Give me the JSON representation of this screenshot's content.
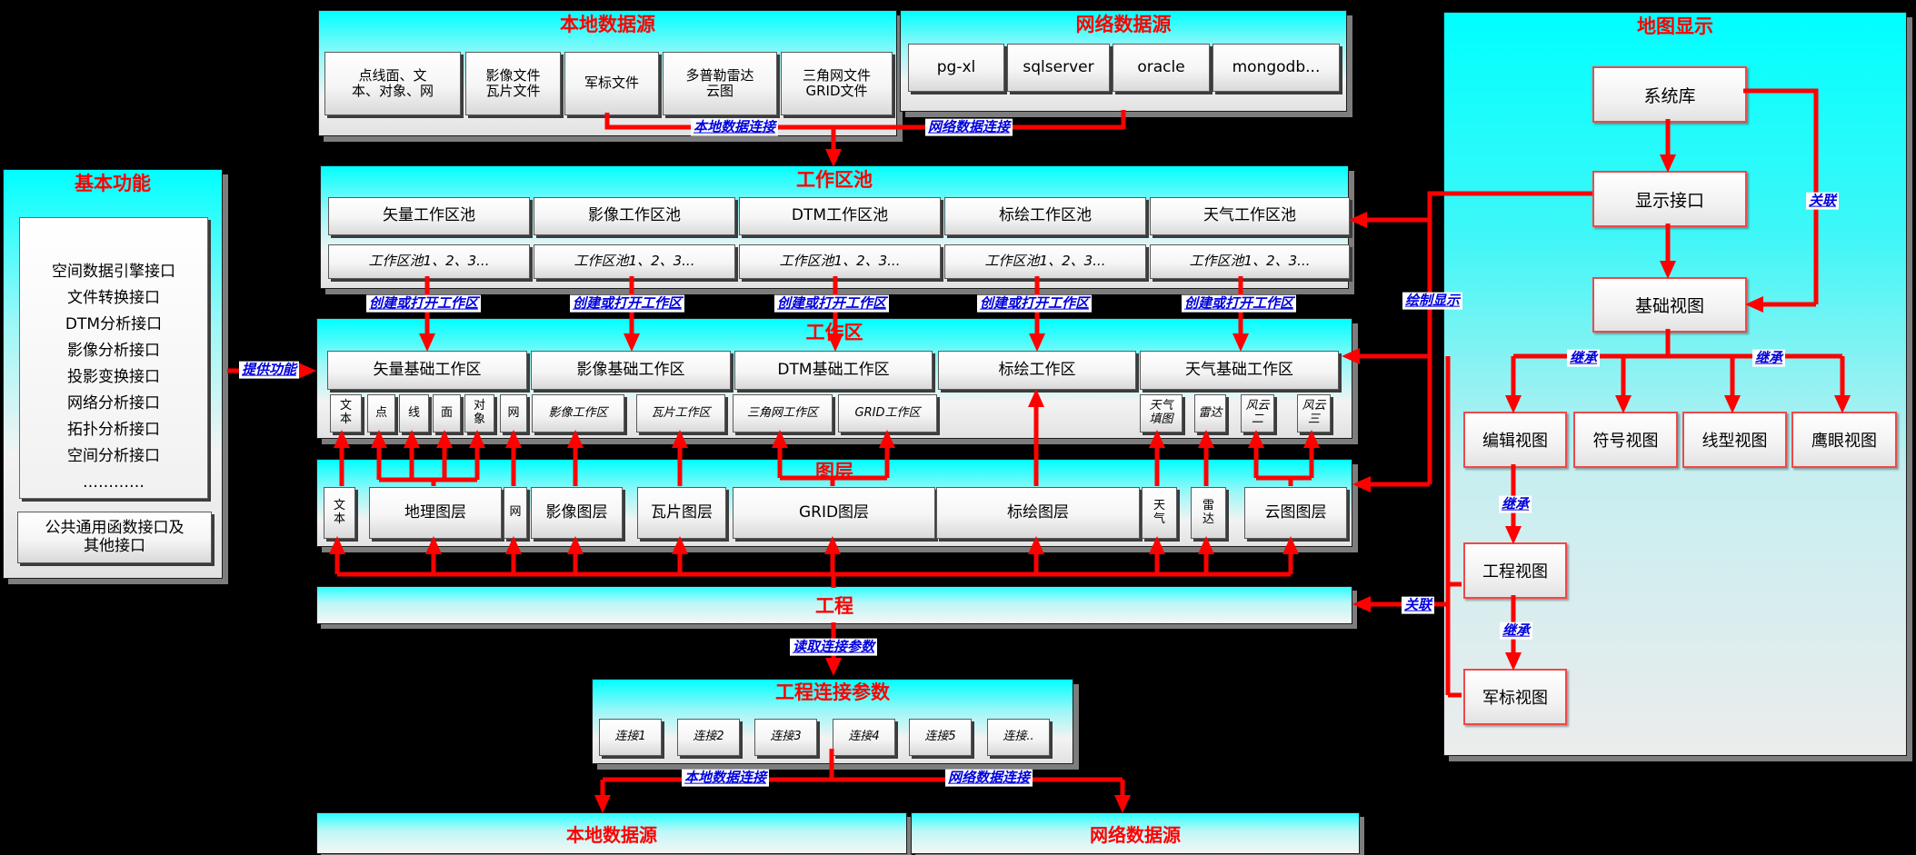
{
  "colors": {
    "accent_red": "#ff0000",
    "label_blue": "#0000dd",
    "panel_cyan": "#00ffff"
  },
  "top_local": {
    "title": "本地数据源",
    "items": [
      "点线面、文\n本、对象、网",
      "影像文件\n瓦片文件",
      "军标文件",
      "多普勒雷达\n云图",
      "三角网文件\nGRID文件"
    ]
  },
  "top_network": {
    "title": "网络数据源",
    "items": [
      "pg-xl",
      "sqlserver",
      "oracle",
      "mongodb..."
    ]
  },
  "basic": {
    "title": "基本功能",
    "interfaces": [
      "空间数据引擎接口",
      "文件转换接口",
      "DTM分析接口",
      "影像分析接口",
      "投影变换接口",
      "网络分析接口",
      "拓扑分析接口",
      "空间分析接口",
      "…………"
    ],
    "common_box": "公共通用函数接口及\n其他接口"
  },
  "pool": {
    "title": "工作区池",
    "row1": [
      "矢量工作区池",
      "影像工作区池",
      "DTM工作区池",
      "标绘工作区池",
      "天气工作区池"
    ],
    "row2_item": "工作区池1、2、3..."
  },
  "workspace": {
    "title": "工作区",
    "row": [
      "矢量基础工作区",
      "影像基础工作区",
      "DTM基础工作区",
      "标绘工作区",
      "天气基础工作区"
    ],
    "small": [
      "文\n本",
      "点",
      "线",
      "面",
      "对\n象",
      "网",
      "影像工作区",
      "瓦片工作区",
      "三角网工作区",
      "GRID工作区",
      "天气\n填图",
      "雷达",
      "风云\n二",
      "风云\n三"
    ]
  },
  "layers": {
    "title": "图层",
    "items": [
      "文\n本",
      "地理图层",
      "网",
      "影像图层",
      "瓦片图层",
      "GRID图层",
      "标绘图层",
      "天\n气",
      "雷\n达",
      "云图图层"
    ]
  },
  "project": {
    "title": "工程"
  },
  "conn_params": {
    "title": "工程连接参数",
    "items": [
      "连接1",
      "连接2",
      "连接3",
      "连接4",
      "连接5",
      "连接.."
    ]
  },
  "bottom_local": {
    "title": "本地数据源"
  },
  "bottom_network": {
    "title": "网络数据源"
  },
  "map_display": {
    "title": "地图显示",
    "nodes": {
      "system_lib": "系统库",
      "display_iface": "显示接口",
      "base_view": "基础视图",
      "edit_view": "编辑视图",
      "symbol_view": "符号视图",
      "line_view": "线型视图",
      "eagle_view": "鹰眼视图",
      "project_view": "工程视图",
      "military_view": "军标视图"
    }
  },
  "labels": {
    "local_conn": "本地数据连接",
    "net_conn": "网络数据连接",
    "create_open": "创建或打开工作区",
    "provide": "提供功能",
    "draw_display": "绘制显示",
    "assoc": "关联",
    "inherit": "继承",
    "read_params": "读取连接参数"
  }
}
